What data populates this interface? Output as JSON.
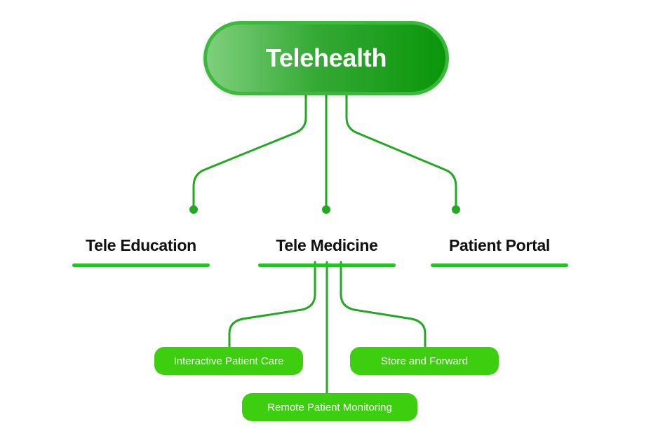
{
  "diagram": {
    "root": {
      "label": "Telehealth"
    },
    "categories": [
      {
        "label": "Tele Education"
      },
      {
        "label": "Tele Medicine"
      },
      {
        "label": "Patient Portal"
      }
    ],
    "subcategories": [
      {
        "label": "Interactive Patient Care"
      },
      {
        "label": "Store and Forward"
      },
      {
        "label": "Remote Patient Monitoring"
      }
    ],
    "colors": {
      "line": "#22a822",
      "pill_fill": "#3dcf0f",
      "underline": "#22c322",
      "root_gradient_start": "#7fcf7d",
      "root_gradient_end": "#0a960a"
    }
  }
}
